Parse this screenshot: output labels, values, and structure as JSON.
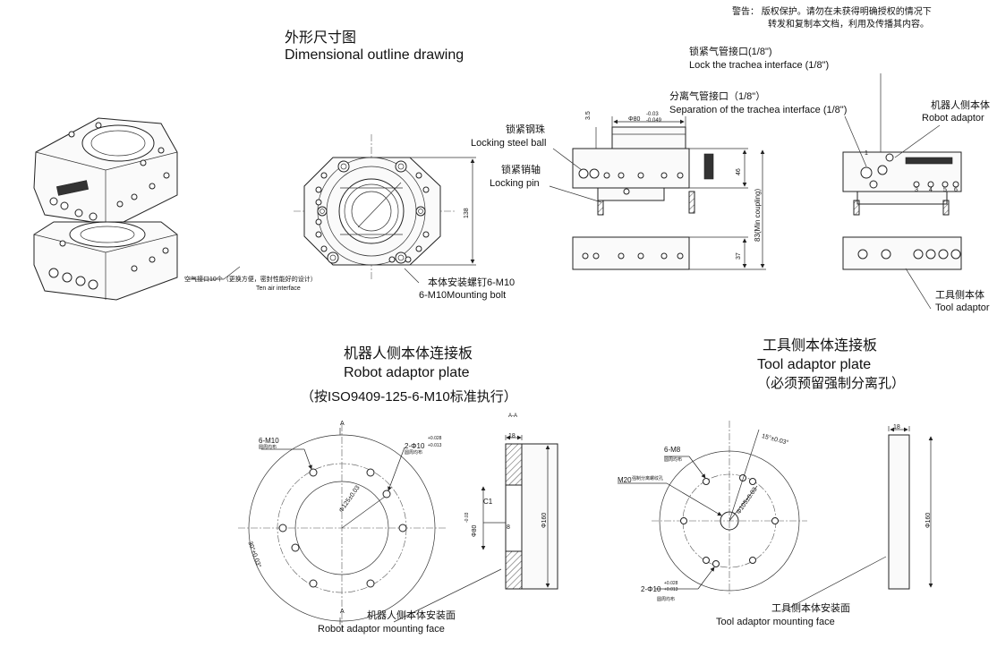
{
  "warning": {
    "line1": "警告：  版权保护。请勿在未获得明确授权的情况下",
    "line2": "转发和复制本文档，利用及传播其内容。"
  },
  "outline": {
    "title_cn": "外形尺寸图",
    "title_en": "Dimensional outline drawing"
  },
  "callouts": {
    "steel_ball_cn": "锁紧钢珠",
    "steel_ball_en": "Locking steel ball",
    "locking_pin_cn": "锁紧销轴",
    "locking_pin_en": "Locking pin",
    "mount_bolt_cn": "本体安装螺钉6-M10",
    "mount_bolt_en": "6-M10Mounting bolt",
    "air_cn": "空气接口10个（更换方便，密封性能好的设计）",
    "air_en": "Ten air interface",
    "lock_trachea_cn": "锁紧气管接口(1/8\")",
    "lock_trachea_en": "Lock the trachea interface (1/8\")",
    "sep_trachea_cn": "分离气管接口（1/8\"）",
    "sep_trachea_en": "Separation of the trachea interface (1/8\")",
    "robot_adaptor_cn": "机器人侧本体",
    "robot_adaptor_en": "Robot adaptor",
    "tool_adaptor_cn": "工具侧本体",
    "tool_adaptor_en": "Tool adaptor"
  },
  "dims": {
    "d35": "3.5",
    "d80": "Φ80",
    "d80tol_up": "-0.03",
    "d80tol_dn": "-0.049",
    "d138": "138",
    "d46": "46",
    "d37": "37",
    "d83": "83(Min coupling)",
    "d18a": "18",
    "d18b": "18",
    "d160a": "Φ160",
    "d160b": "Φ160",
    "d8": "8",
    "c1": "C1",
    "d80b": "Φ80",
    "d80b_tol": "-0.03",
    "d125": "Φ125±0.03",
    "d105": "Φ105±0.03",
    "ang30": "30°±0.03°",
    "ang15": "15°±0.03°",
    "d10a": "2-Φ10",
    "d10a_tol_up": "+0.028",
    "d10a_tol_dn": "+0.013",
    "d10b": "2-Φ10",
    "d10b_tol_up": "+0.028",
    "d10b_tol_dn": "+0.013",
    "m10": "6-M10",
    "m10_sub": "圆周均布",
    "m8": "6-M8",
    "m8_sub": "圆周均布",
    "d10a_sub": "圆周均布",
    "d10b_sub": "圆周均布",
    "m20": "M20",
    "m20_sub": "强制分离螺纹孔",
    "aa": "A-A",
    "a_top": "A",
    "a_bot": "A"
  },
  "robot_plate": {
    "title_cn": "机器人侧本体连接板",
    "title_en": "Robot adaptor plate",
    "subtitle": "（按ISO9409-125-6-M10标准执行）",
    "face_cn": "机器人侧本体安装面",
    "face_en": "Robot adaptor mounting face"
  },
  "tool_plate": {
    "title_cn": "工具侧本体连接板",
    "title_en": "Tool adaptor plate",
    "subtitle": "（必须预留强制分离孔）",
    "face_cn": "工具侧本体安装面",
    "face_en": "Tool adaptor mounting face"
  },
  "port_numbers": [
    "1",
    "1",
    "2",
    "3",
    "4",
    "5",
    "6"
  ]
}
